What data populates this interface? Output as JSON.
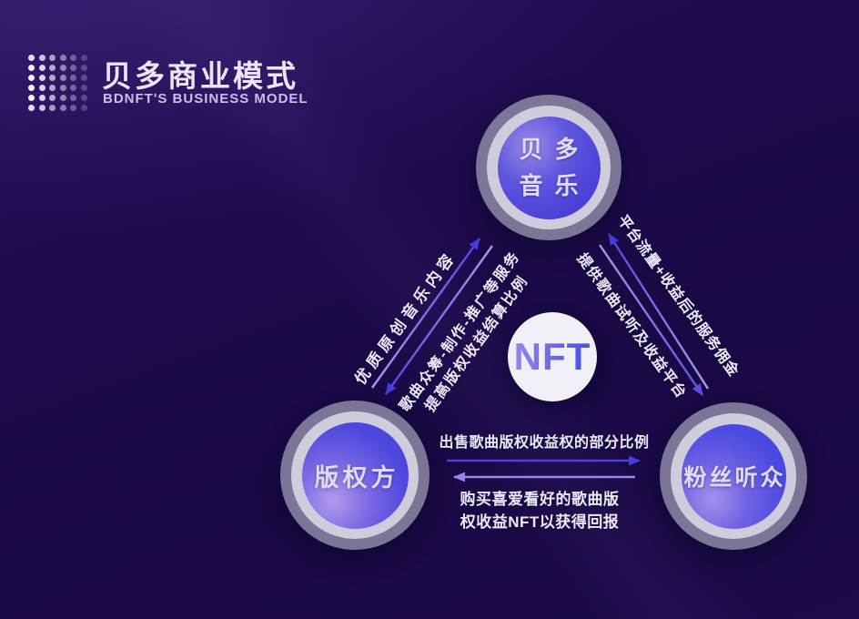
{
  "header": {
    "logo_icon": "dot-grid-logo",
    "title": "贝多商业模式",
    "subtitle": "BDNFT'S BUSINESS MODEL"
  },
  "nodes": {
    "beduo_music": {
      "line1": "贝多",
      "line2": "音乐"
    },
    "copyright_holder": {
      "label": "版权方"
    },
    "fans_listeners": {
      "label": "粉丝听众"
    },
    "nft": {
      "label": "NFT"
    }
  },
  "edges": {
    "copyright_to_beduo": {
      "label": "优质原创音乐内容"
    },
    "beduo_to_copyright": {
      "line1": "歌曲众筹-制作-推广等服务",
      "line2": "提高版权收益结算比例"
    },
    "fans_to_beduo": {
      "label": "平台流量+收益后的服务佣金"
    },
    "beduo_to_fans": {
      "label": "提供歌曲试听及收益平台"
    },
    "copyright_to_fans": {
      "label": "出售歌曲版权收益权的部分比例"
    },
    "fans_to_copyright": {
      "line1": "购买喜爱看好的歌曲版",
      "line2": "权收益NFT以获得回报"
    }
  },
  "colors": {
    "background": "#1e0b4d",
    "node_blue": "#4a43dd",
    "node_highlight": "#a695ea",
    "ring_outer": "#928ea7",
    "ring_inner": "#cfccdc",
    "nft_circle": "#f1eff6",
    "arrow_blue": "#443ee0",
    "arrow_purple": "#9186ec",
    "title_text": "#eae6f8",
    "subtitle_text": "#c9c0e8"
  }
}
